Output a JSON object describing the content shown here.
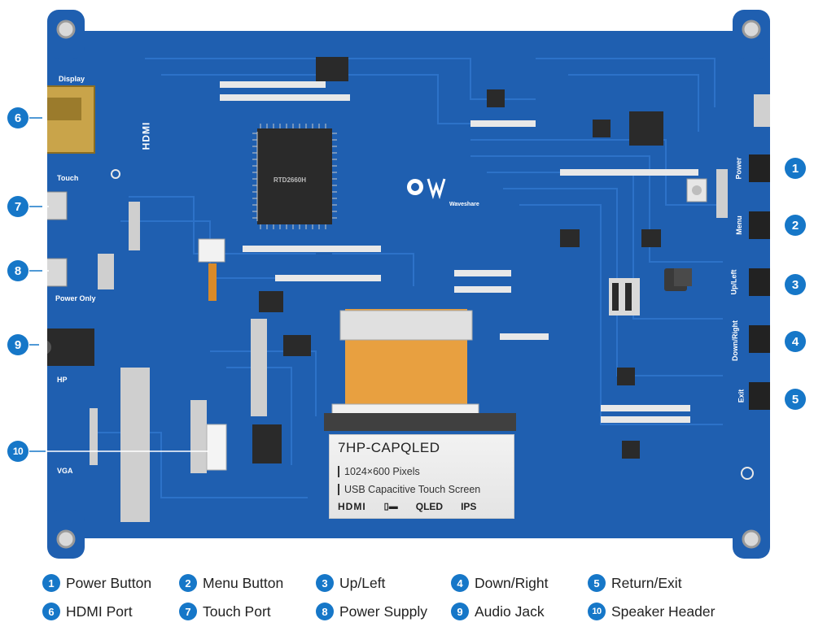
{
  "board": {
    "colors": {
      "pcb": "#1f5fb0",
      "pcb_dark": "#164a92",
      "trace": "#2d72c8",
      "accent": "#1677c8"
    },
    "silkscreen": {
      "display": "Display",
      "hdmi": "HDMI",
      "touch": "Touch",
      "power_only": "Power Only",
      "hp": "HP",
      "vga": "VGA",
      "power": "Power",
      "menu": "Menu",
      "up_left": "Up/Left",
      "down_right": "Down/Right",
      "exit": "Exit",
      "brand": "Waveshare",
      "chip_text": "RTD2660H"
    },
    "product_label": {
      "title": "7HP-CAPQLED",
      "line1": "1024×600 Pixels",
      "line2": "USB Capacitive Touch Screen",
      "badge1": "HDMI",
      "badge2": "QLED",
      "badge3": "IPS"
    },
    "callouts": {
      "c1": "1",
      "c2": "2",
      "c3": "3",
      "c4": "4",
      "c5": "5",
      "c6": "6",
      "c7": "7",
      "c8": "8",
      "c9": "9",
      "c10": "10"
    }
  },
  "legend": [
    {
      "num": "1",
      "label": "Power Button"
    },
    {
      "num": "2",
      "label": "Menu Button"
    },
    {
      "num": "3",
      "label": "Up/Left"
    },
    {
      "num": "4",
      "label": "Down/Right"
    },
    {
      "num": "5",
      "label": "Return/Exit"
    },
    {
      "num": "6",
      "label": "HDMI Port"
    },
    {
      "num": "7",
      "label": "Touch Port"
    },
    {
      "num": "8",
      "label": "Power Supply"
    },
    {
      "num": "9",
      "label": "Audio Jack"
    },
    {
      "num": "10",
      "label": "Speaker Header"
    }
  ]
}
